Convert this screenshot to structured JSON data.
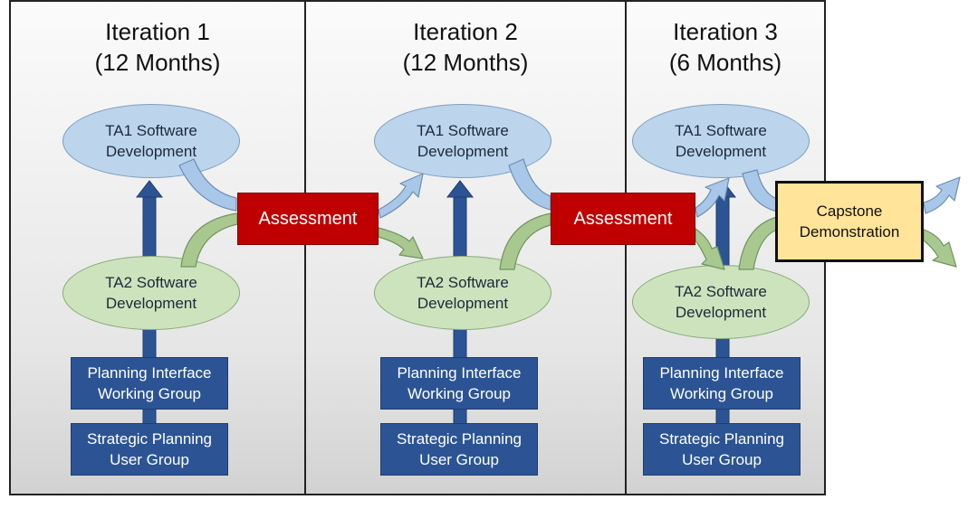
{
  "iterations": [
    {
      "title": "Iteration 1",
      "duration": "(12 Months)",
      "ta1": [
        "TA1 Software",
        "Development"
      ],
      "ta2": [
        "TA2 Software",
        "Development"
      ],
      "piwg": [
        "Planning Interface",
        "Working Group"
      ],
      "spug": [
        "Strategic Planning",
        "User Group"
      ]
    },
    {
      "title": "Iteration 2",
      "duration": "(12 Months)",
      "ta1": [
        "TA1 Software",
        "Development"
      ],
      "ta2": [
        "TA2 Software",
        "Development"
      ],
      "piwg": [
        "Planning Interface",
        "Working Group"
      ],
      "spug": [
        "Strategic Planning",
        "User Group"
      ]
    },
    {
      "title": "Iteration 3",
      "duration": "(6 Months)",
      "ta1": [
        "TA1 Software",
        "Development"
      ],
      "ta2": [
        "TA2 Software",
        "Development"
      ],
      "piwg": [
        "Planning Interface",
        "Working Group"
      ],
      "spug": [
        "Strategic Planning",
        "User Group"
      ]
    }
  ],
  "assessments": [
    "Assessment",
    "Assessment"
  ],
  "capstone": [
    "Capstone",
    "Demonstration"
  ],
  "colors": {
    "ta1_fill": "#bcd4ec",
    "ta2_fill": "#cde3bd",
    "group_box": "#2c5494",
    "assessment": "#c00000",
    "capstone": "#ffe49a",
    "vertical_arrow": "#2c5494",
    "ta1_arrow": "#a9c7e8",
    "ta2_arrow": "#a9c88f"
  }
}
